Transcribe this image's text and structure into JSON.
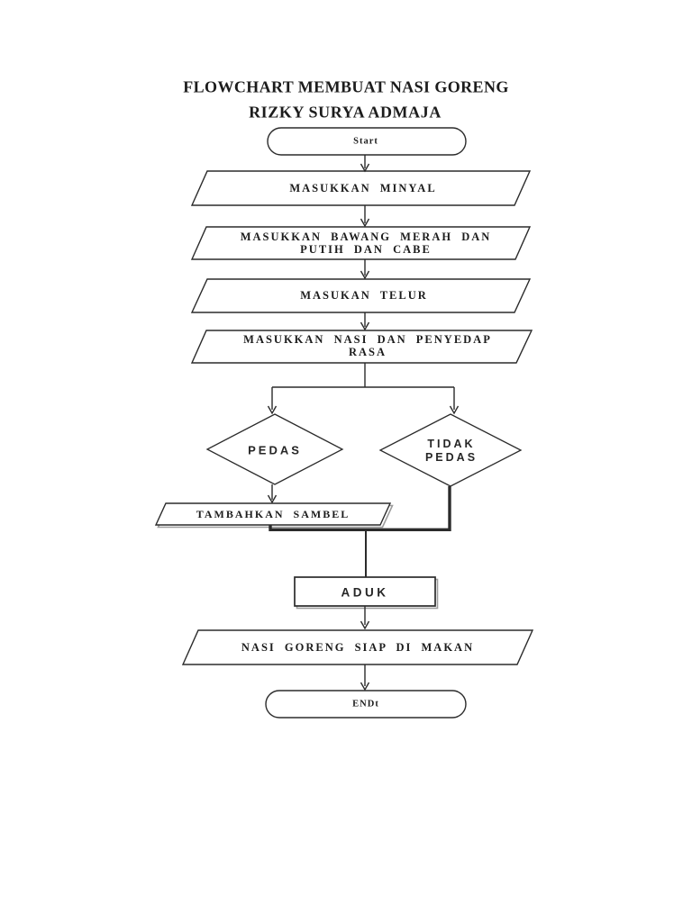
{
  "page": {
    "title": "FLOWCHART MEMBUAT NASI GORENG",
    "subtitle": "RIZKY SURYA ADMAJA",
    "background_color": "#ffffff",
    "line_color": "#2b2b2b"
  },
  "flowchart": {
    "start": {
      "type": "terminator",
      "label": "Start"
    },
    "io_minyak": {
      "type": "input-output",
      "label": "MASUKKAN MINYAL"
    },
    "io_bawang": {
      "type": "input-output",
      "line1": "MASUKKAN BAWANG MERAH DAN",
      "line2": "PUTIH DAN CABE"
    },
    "io_telur": {
      "type": "input-output",
      "label": "MASUKAN TELUR"
    },
    "io_nasi": {
      "type": "input-output",
      "line1": "MASUKKAN NASI DAN PENYEDAP",
      "line2": "RASA"
    },
    "decision_pedas": {
      "type": "decision",
      "label": "PEDAS"
    },
    "decision_tidak_pedas": {
      "type": "decision",
      "line1": "TIDAK",
      "line2": "PEDAS"
    },
    "io_sambel": {
      "type": "input-output",
      "label": "TAMBAHKAN SAMBEL"
    },
    "process_aduk": {
      "type": "process",
      "label": "ADUK"
    },
    "io_siap": {
      "type": "input-output",
      "label": "NASI GORENG SIAP DI MAKAN"
    },
    "end": {
      "type": "terminator",
      "label": "ENDt"
    }
  }
}
